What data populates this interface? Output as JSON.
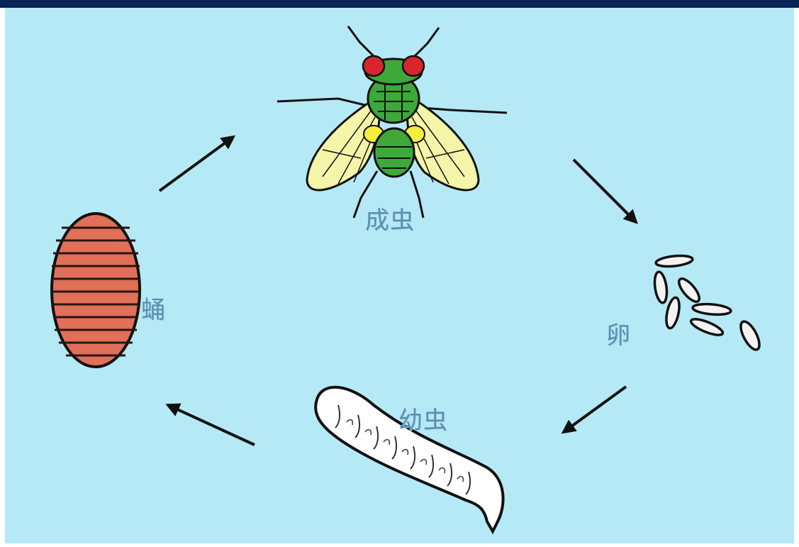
{
  "diagram": {
    "stages": {
      "adult": "成虫",
      "egg": "卵",
      "larva": "幼虫",
      "pupa": "蛹"
    },
    "colors": {
      "background": "#b6e9f6",
      "header_bar": "#0b2458",
      "label": "#5a8fb1",
      "fly_body": "#3ea83a",
      "fly_eyes": "#d8262e",
      "fly_wings": "#f4f5a8",
      "pupa": "#e07058",
      "larva": "#ffffff",
      "arrow": "#111111"
    },
    "icons": [
      "fly-icon",
      "eggs-icon",
      "larva-icon",
      "pupa-icon",
      "arrow-icon"
    ]
  }
}
